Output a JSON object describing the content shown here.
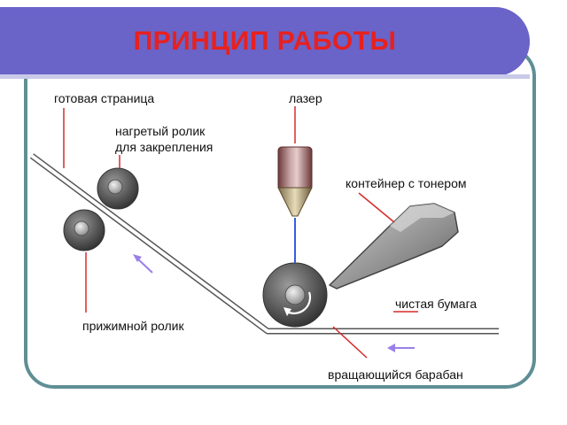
{
  "title": "ПРИНЦИП РАБОТЫ",
  "labels": {
    "ready_page": "готовая страница",
    "laser": "лазер",
    "heated_roller_line1": "нагретый ролик",
    "heated_roller_line2": "для закрепления",
    "toner_container": "контейнер с тонером",
    "clean_paper": "чистая бумага",
    "pressure_roller": "прижимной ролик",
    "rotating_drum": "вращающийся барабан"
  },
  "colors": {
    "banner": "#6a63c8",
    "title_text": "#e8201e",
    "frame_border": "#5f8f95",
    "callout_line": "#d62a2a",
    "arrow": "#9b7fe8",
    "laser_beam": "#3a5be0"
  }
}
